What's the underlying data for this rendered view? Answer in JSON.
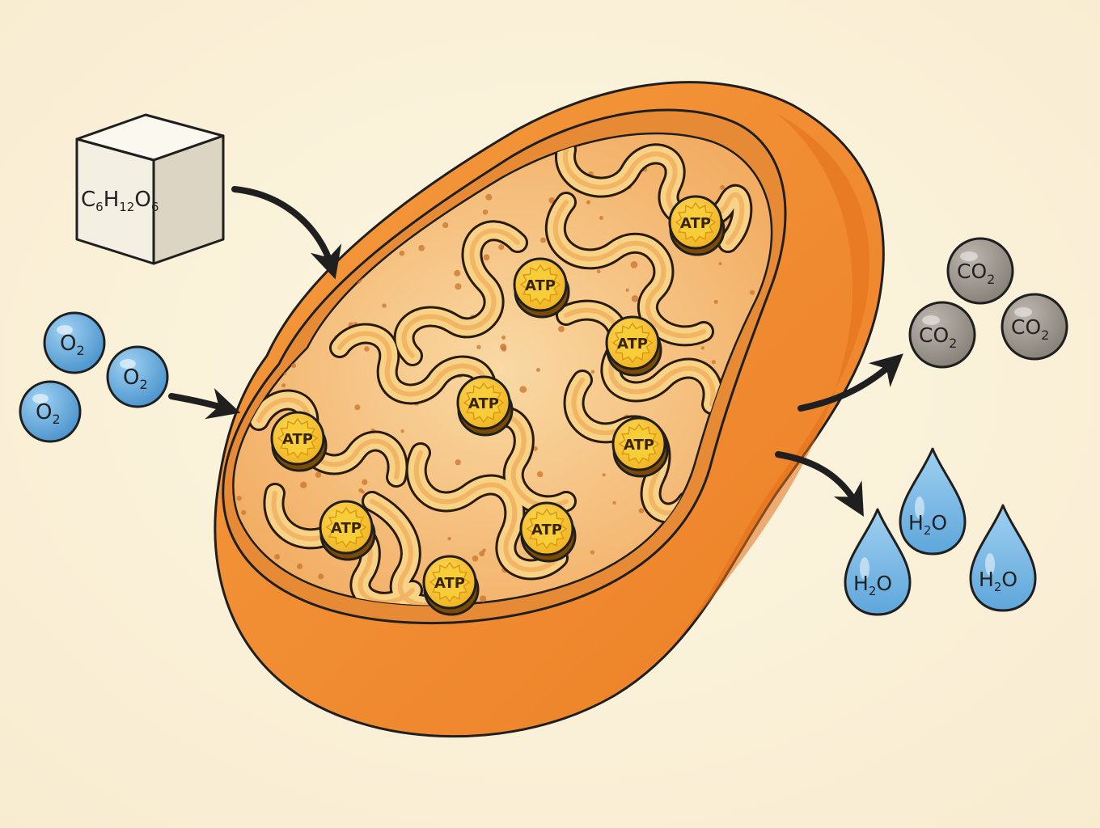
{
  "inputs": {
    "glucose": {
      "main": "C6H12O6",
      "parts": [
        "C",
        "6",
        "H",
        "12",
        "O",
        "6"
      ]
    },
    "oxygen": {
      "base": "O",
      "sub": "2",
      "count": 3
    }
  },
  "outputs": {
    "carbon_dioxide": {
      "base": "CO",
      "sub": "2",
      "count": 3
    },
    "water": {
      "h": "H",
      "sub": "2",
      "o": "O",
      "count": 3
    }
  },
  "atp": {
    "label": "ATP",
    "count": 9
  },
  "colors": {
    "background": "#fbf3dc",
    "outer_membrane": "#f0892f",
    "outer_membrane_dark": "#e57420",
    "intermembrane": "#e98a36",
    "matrix": "#f3b56c",
    "matrix_light": "#f8d29a",
    "cristae": "#f6cf7d",
    "atp": "#f6c12c",
    "oxygen": "#5fa8dc",
    "carbon_dioxide": "#9a938c",
    "water": "#6cb4e4",
    "glucose_cube": "#f4efe4",
    "arrow": "#222222"
  },
  "icons": [
    "glucose-cube-icon",
    "oxygen-molecule-icon",
    "carbon-dioxide-molecule-icon",
    "water-droplet-icon",
    "atp-coin-icon",
    "arrow-icon"
  ]
}
